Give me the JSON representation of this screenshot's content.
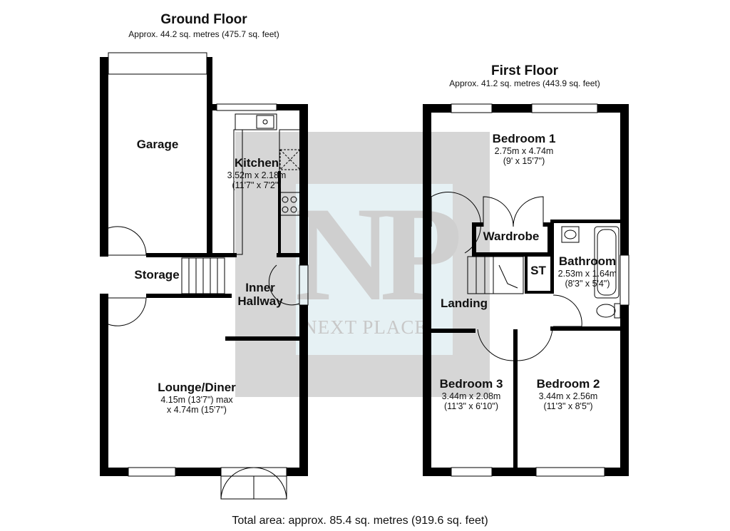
{
  "ground_floor": {
    "title": "Ground Floor",
    "area": "Approx. 44.2 sq. metres (475.7 sq. feet)"
  },
  "first_floor": {
    "title": "First Floor",
    "area": "Approx. 41.2 sq. metres (443.9 sq. feet)"
  },
  "rooms": {
    "garage": {
      "name": "Garage"
    },
    "kitchen": {
      "name": "Kitchen",
      "metric": "3.52m x 2.18m",
      "imperial": "(11'7\" x 7'2\")"
    },
    "storage": {
      "name": "Storage"
    },
    "inner_hallway": {
      "line1": "Inner",
      "line2": "Hallway"
    },
    "lounge": {
      "name": "Lounge/Diner",
      "metric": "4.15m (13'7\") max",
      "imperial": "x 4.74m (15'7\")"
    },
    "bedroom1": {
      "name": "Bedroom 1",
      "metric": "2.75m x 4.74m",
      "imperial": "(9' x 15'7\")"
    },
    "wardrobe": {
      "name": "Wardrobe"
    },
    "bathroom": {
      "name": "Bathroom",
      "metric": "2.53m x 1.64m",
      "imperial": "(8'3\" x 5'4\")"
    },
    "st": {
      "name": "ST"
    },
    "landing": {
      "name": "Landing"
    },
    "bedroom3": {
      "name": "Bedroom 3",
      "metric": "3.44m x 2.08m",
      "imperial": "(11'3\" x 6'10\")"
    },
    "bedroom2": {
      "name": "Bedroom 2",
      "metric": "3.44m x 2.56m",
      "imperial": "(11'3\" x 8'5\")"
    }
  },
  "watermark": {
    "monogram": "NP",
    "brand": "NEXT PLACE"
  },
  "total_area": "Total area: approx. 85.4 sq. metres (919.6 sq. feet)",
  "colors": {
    "wall": "#000000",
    "watermark_grey": "#d6d6d6",
    "watermark_blue": "#e6f1f4"
  }
}
